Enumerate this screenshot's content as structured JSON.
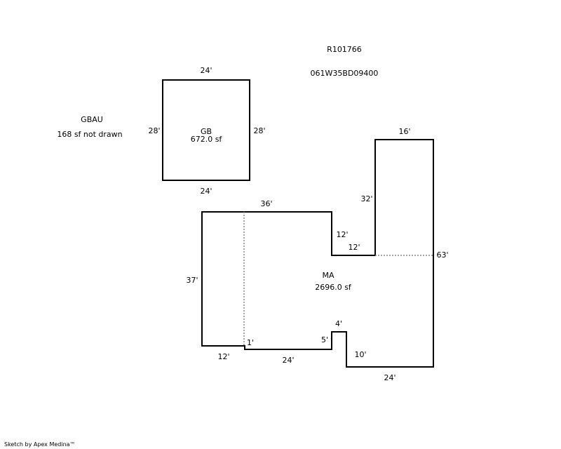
{
  "header": {
    "parcel_id": "R101766",
    "map_number": "061W35BD09400"
  },
  "garage": {
    "code": "GB",
    "area": "672.0 sf",
    "dims": {
      "top": "24'",
      "bottom": "24'",
      "left": "28'",
      "right": "28'"
    }
  },
  "undrawn": {
    "code": "GBAU",
    "note": "168 sf not drawn"
  },
  "main": {
    "code": "MA",
    "area": "2696.0 sf",
    "dims": {
      "top": "36'",
      "step_down": "12'",
      "step_across": "12'",
      "wing_height": "32'",
      "wing_top": "16'",
      "right": "63'",
      "left": "37'",
      "bottom_left": "12'",
      "jog": "1'",
      "bottom_mid": "24'",
      "notch_up": "5'",
      "notch_top": "4'",
      "notch_down": "10'",
      "bottom_right": "24'"
    }
  },
  "footer": {
    "credit": "Sketch by Apex Medina™"
  }
}
